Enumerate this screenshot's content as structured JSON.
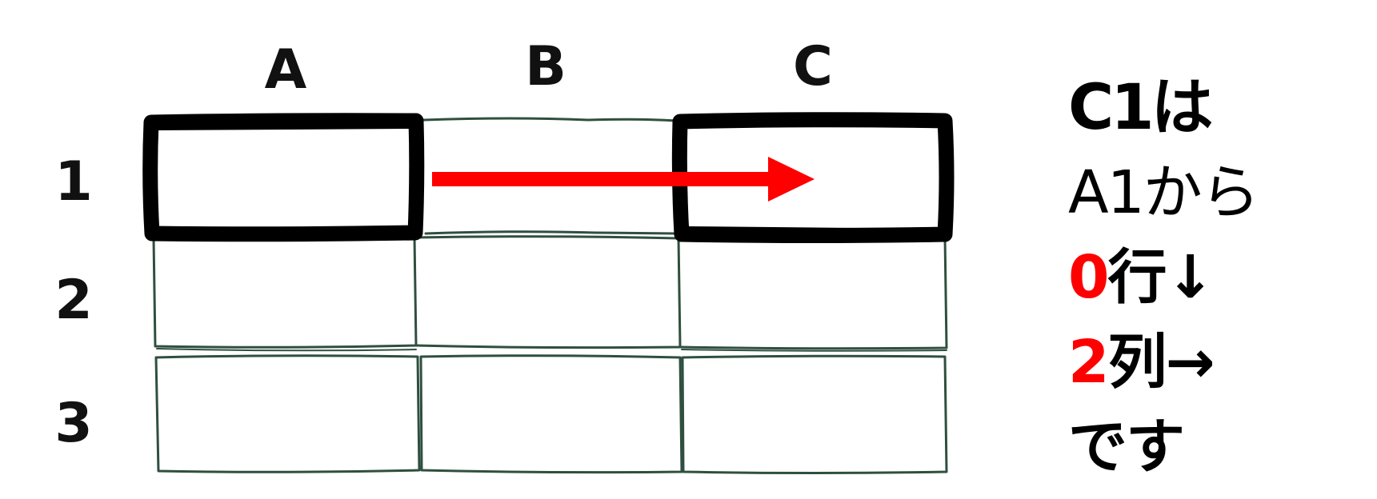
{
  "grid": {
    "columns": [
      "A",
      "B",
      "C"
    ],
    "rows": [
      "1",
      "2",
      "3"
    ],
    "source_cell": "A1",
    "target_cell": "C1"
  },
  "colors": {
    "grid_line": "#2f4f3f",
    "highlight_border": "#000000",
    "arrow": "#ff0000",
    "accent_text": "#ff0000"
  },
  "note": {
    "line1": "C1は",
    "line2": "A1から",
    "line3_num": "0",
    "line3_text": "行↓",
    "line4_num": "2",
    "line4_text": "列→",
    "line5": "です"
  }
}
